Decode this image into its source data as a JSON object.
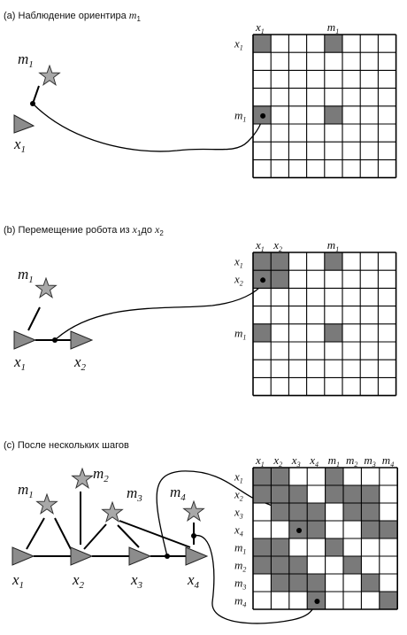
{
  "panels": [
    {
      "caption": {
        "text": "(a) Наблюдение ориентира ",
        "var": "m",
        "sub": "1"
      },
      "scene_labels": [
        {
          "base": "m",
          "sub": "1"
        },
        {
          "base": "x",
          "sub": "1"
        }
      ],
      "matrix": {
        "size": 8,
        "col_labels": [
          {
            "col": 0,
            "base": "x",
            "sub": "1"
          },
          {
            "col": 4,
            "base": "m",
            "sub": "1"
          }
        ],
        "row_labels": [
          {
            "row": 0,
            "base": "x",
            "sub": "1"
          },
          {
            "row": 4,
            "base": "m",
            "sub": "1"
          }
        ],
        "filled": [
          [
            0,
            0
          ],
          [
            0,
            4
          ],
          [
            4,
            0
          ],
          [
            4,
            4
          ]
        ],
        "dot_cell": [
          4,
          0
        ]
      }
    },
    {
      "caption": {
        "text": "(b) Перемещение робота из ",
        "var": "x",
        "sub": "1",
        "mid": "до ",
        "var2": "x",
        "sub2": "2"
      },
      "scene_labels": [
        {
          "base": "m",
          "sub": "1"
        },
        {
          "base": "x",
          "sub": "1"
        },
        {
          "base": "x",
          "sub": "2"
        }
      ],
      "matrix": {
        "size": 8,
        "col_labels": [
          {
            "col": 0,
            "base": "x",
            "sub": "1"
          },
          {
            "col": 1,
            "base": "x",
            "sub": "2"
          },
          {
            "col": 4,
            "base": "m",
            "sub": "1"
          }
        ],
        "row_labels": [
          {
            "row": 0,
            "base": "x",
            "sub": "1"
          },
          {
            "row": 1,
            "base": "x",
            "sub": "2"
          },
          {
            "row": 4,
            "base": "m",
            "sub": "1"
          }
        ],
        "filled": [
          [
            0,
            0
          ],
          [
            0,
            1
          ],
          [
            1,
            0
          ],
          [
            1,
            1
          ],
          [
            0,
            4
          ],
          [
            4,
            0
          ],
          [
            4,
            4
          ]
        ],
        "dot_cell": [
          1,
          0
        ]
      }
    },
    {
      "caption": {
        "text": "(c) После нескольких шагов"
      },
      "scene_labels": [
        {
          "base": "m",
          "sub": "1"
        },
        {
          "base": "m",
          "sub": "2"
        },
        {
          "base": "m",
          "sub": "3"
        },
        {
          "base": "m",
          "sub": "4"
        },
        {
          "base": "x",
          "sub": "1"
        },
        {
          "base": "x",
          "sub": "2"
        },
        {
          "base": "x",
          "sub": "3"
        },
        {
          "base": "x",
          "sub": "4"
        }
      ],
      "matrix": {
        "size": 8,
        "col_labels": [
          {
            "col": 0,
            "base": "x",
            "sub": "1"
          },
          {
            "col": 1,
            "base": "x",
            "sub": "2"
          },
          {
            "col": 2,
            "base": "x",
            "sub": "3"
          },
          {
            "col": 3,
            "base": "x",
            "sub": "4"
          },
          {
            "col": 4,
            "base": "m",
            "sub": "1"
          },
          {
            "col": 5,
            "base": "m",
            "sub": "2"
          },
          {
            "col": 6,
            "base": "m",
            "sub": "3"
          },
          {
            "col": 7,
            "base": "m",
            "sub": "4"
          }
        ],
        "row_labels": [
          {
            "row": 0,
            "base": "x",
            "sub": "1"
          },
          {
            "row": 1,
            "base": "x",
            "sub": "2"
          },
          {
            "row": 2,
            "base": "x",
            "sub": "3"
          },
          {
            "row": 3,
            "base": "x",
            "sub": "4"
          },
          {
            "row": 4,
            "base": "m",
            "sub": "1"
          },
          {
            "row": 5,
            "base": "m",
            "sub": "2"
          },
          {
            "row": 6,
            "base": "m",
            "sub": "3"
          },
          {
            "row": 7,
            "base": "m",
            "sub": "4"
          }
        ],
        "filled": [
          [
            0,
            0
          ],
          [
            0,
            1
          ],
          [
            0,
            4
          ],
          [
            1,
            0
          ],
          [
            1,
            1
          ],
          [
            1,
            2
          ],
          [
            1,
            4
          ],
          [
            1,
            5
          ],
          [
            1,
            6
          ],
          [
            2,
            1
          ],
          [
            2,
            2
          ],
          [
            2,
            3
          ],
          [
            2,
            5
          ],
          [
            2,
            6
          ],
          [
            3,
            2
          ],
          [
            3,
            3
          ],
          [
            3,
            6
          ],
          [
            3,
            7
          ],
          [
            4,
            0
          ],
          [
            4,
            1
          ],
          [
            4,
            4
          ],
          [
            5,
            0
          ],
          [
            5,
            1
          ],
          [
            5,
            2
          ],
          [
            5,
            5
          ],
          [
            6,
            1
          ],
          [
            6,
            2
          ],
          [
            6,
            3
          ],
          [
            6,
            6
          ],
          [
            7,
            3
          ],
          [
            7,
            7
          ]
        ],
        "dot_cells": [
          [
            3,
            2
          ],
          [
            7,
            3
          ]
        ]
      }
    }
  ],
  "colors": {
    "filled_cell": "#7a7a7a",
    "grid": "#000000",
    "star": "#a8a8a8",
    "robot": "#8c8c8c"
  },
  "icons": {
    "landmark": "star-icon",
    "robot_pose": "triangle-icon"
  }
}
